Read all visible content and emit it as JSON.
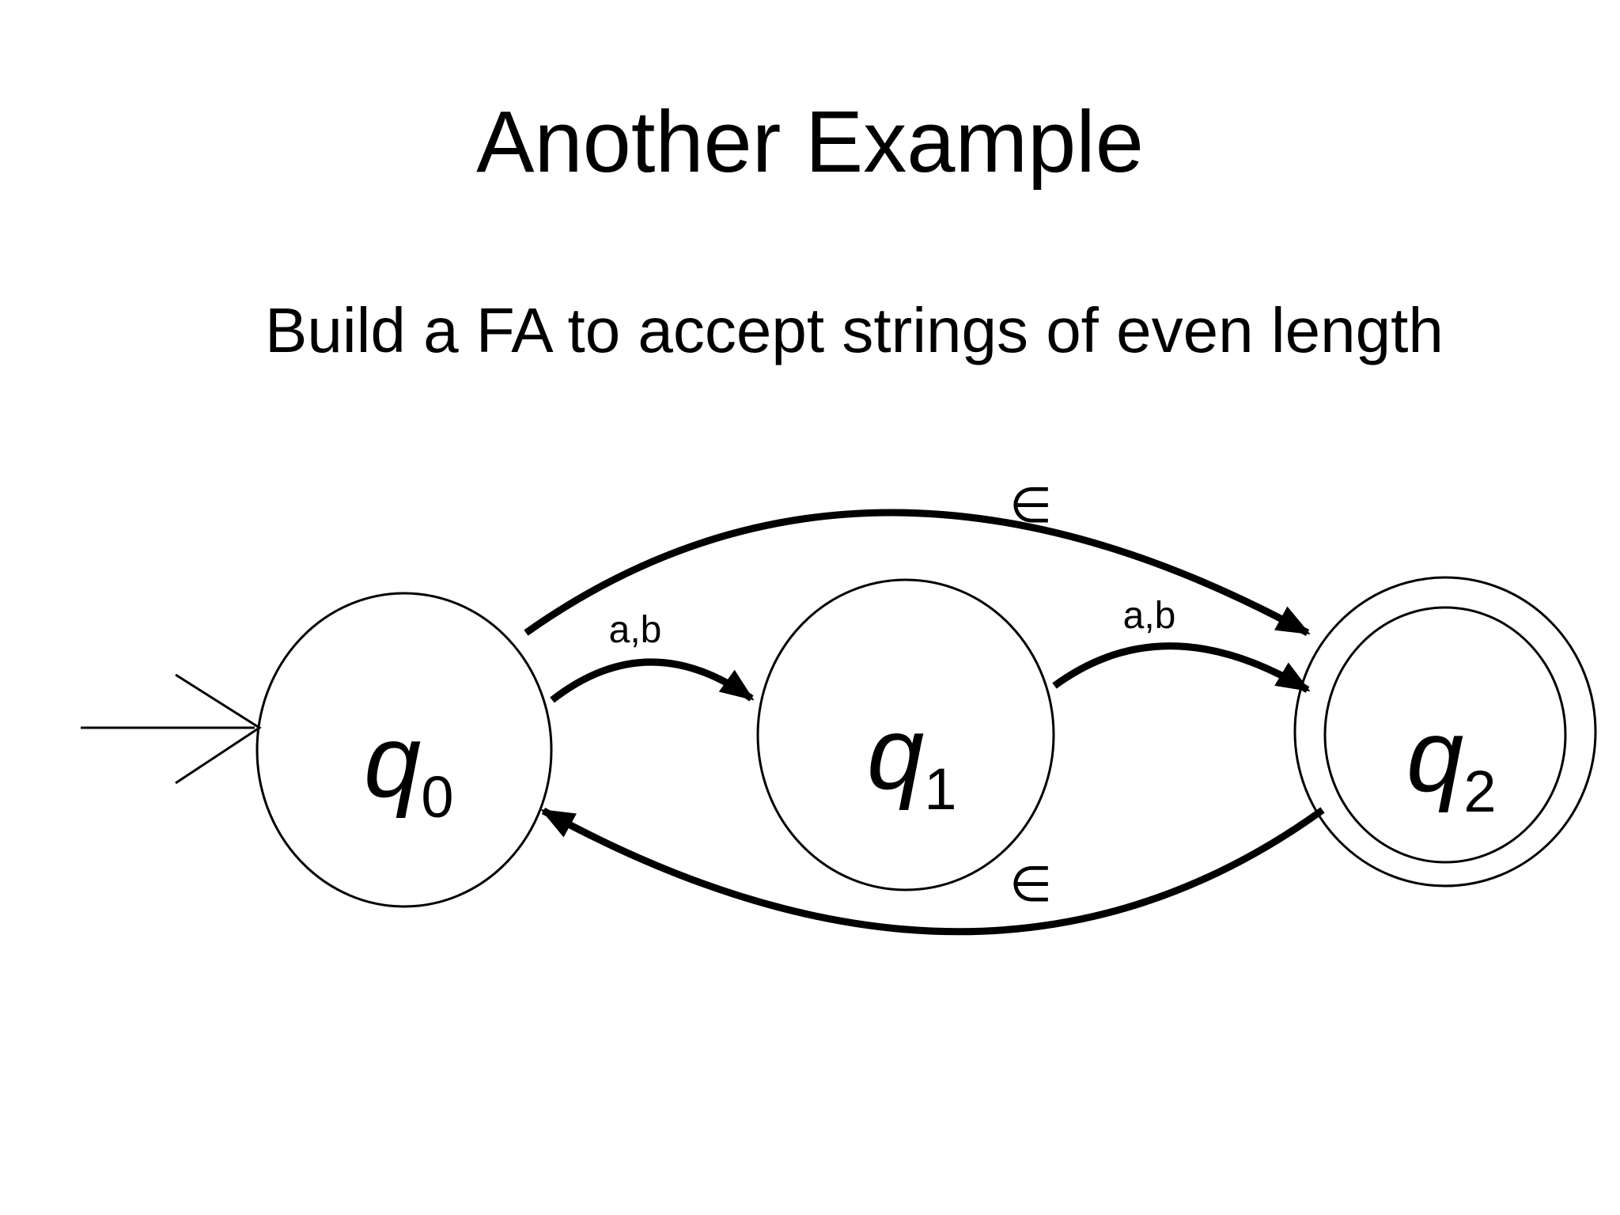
{
  "slide": {
    "title": "Another Example",
    "subtitle": "Build a FA to accept strings of even length"
  },
  "diagram": {
    "type": "finite-automaton",
    "states": [
      {
        "id": "q0",
        "base": "q",
        "sub": "0",
        "role": "start"
      },
      {
        "id": "q1",
        "base": "q",
        "sub": "1",
        "role": "normal"
      },
      {
        "id": "q2",
        "base": "q",
        "sub": "2",
        "role": "accepting"
      }
    ],
    "transitions": [
      {
        "from": "q0",
        "to": "q2",
        "label": "∈",
        "path": "top-curve"
      },
      {
        "from": "q0",
        "to": "q1",
        "label": "a,b",
        "path": "upper-arc"
      },
      {
        "from": "q1",
        "to": "q2",
        "label": "a,b",
        "path": "upper-arc"
      },
      {
        "from": "q2",
        "to": "q0",
        "label": "∈",
        "path": "bottom-curve"
      }
    ],
    "colors": {
      "stroke": "#000000",
      "background": "#ffffff"
    }
  }
}
